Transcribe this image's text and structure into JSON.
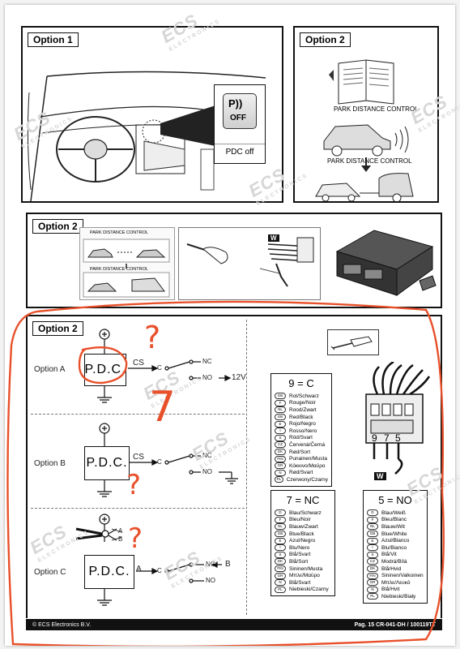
{
  "panels": {
    "top_left": {
      "option_label": "Option 1",
      "switch_symbol": "P))",
      "switch_off": "OFF",
      "caption": "PDC off"
    },
    "top_right": {
      "option_label": "Option 2",
      "title_1": "PARK DISTANCE CONTROL",
      "title_2": "PARK DISTANCE CONTROL"
    },
    "middle": {
      "option_label": "Option 2",
      "title_1": "PARK DISTANCE CONTROL",
      "title_2": "PARK DISTANCE CONTROL",
      "w_badge": "W"
    },
    "bottom": {
      "option_label": "Option 2",
      "option_a": {
        "label": "Option A",
        "box": "P.D.C.",
        "cs": "CS",
        "c": "C",
        "nc": "NC",
        "no": "NO",
        "voltage": "12V"
      },
      "option_b": {
        "label": "Option B",
        "box": "P.D.C.",
        "cs": "CS",
        "c": "C",
        "nc": "NC",
        "no": "NO"
      },
      "option_c": {
        "label": "Option C",
        "box": "P.D.C.",
        "a_left": "A",
        "a_right": "A",
        "b_top": "B",
        "b_right": "B",
        "c": "C",
        "nc": "NC",
        "no": "NO"
      },
      "connector": {
        "pin_9": "9",
        "pin_7": "7",
        "pin_5": "5",
        "w_badge": "W"
      },
      "table_9c": {
        "title": "9 = C",
        "rows": [
          {
            "flag": "GB",
            "text": "Rot/Schwarz"
          },
          {
            "flag": "F",
            "text": "Rouge/Noir"
          },
          {
            "flag": "NL",
            "text": "Rood/Zwart"
          },
          {
            "flag": "GB",
            "text": "Red/Black"
          },
          {
            "flag": "E",
            "text": "Rojo/Negro"
          },
          {
            "flag": "I",
            "text": "Rosso/Nero"
          },
          {
            "flag": "S",
            "text": "Röd/Svart"
          },
          {
            "flag": "CZ",
            "text": "Červená/Černá"
          },
          {
            "flag": "DK",
            "text": "Rød/Sort"
          },
          {
            "flag": "FIN",
            "text": "Punainen/Musta"
          },
          {
            "flag": "GR",
            "text": "Κόκκινο/Μαύρο"
          },
          {
            "flag": "N",
            "text": "Rød/Svart"
          },
          {
            "flag": "PL",
            "text": "Czerwony/Czarny"
          }
        ]
      },
      "table_7nc": {
        "title": "7 = NC",
        "rows": [
          {
            "flag": "D",
            "text": "Blau/Schwarz"
          },
          {
            "flag": "F",
            "text": "Bleu/Noir"
          },
          {
            "flag": "NL",
            "text": "Blauw/Zwart"
          },
          {
            "flag": "GB",
            "text": "Blue/Black"
          },
          {
            "flag": "E",
            "text": "Azul/Negro"
          },
          {
            "flag": "I",
            "text": "Blu/Nero"
          },
          {
            "flag": "S",
            "text": "Blå/Svart"
          },
          {
            "flag": "DK",
            "text": "Blå/Sort"
          },
          {
            "flag": "FIN",
            "text": "Sininen/Musta"
          },
          {
            "flag": "GR",
            "text": "Μπλε/Μαύρο"
          },
          {
            "flag": "N",
            "text": "Blå/Svart"
          },
          {
            "flag": "PL",
            "text": "Niebieski/Czarny"
          }
        ]
      },
      "table_5no": {
        "title": "5 = NO",
        "rows": [
          {
            "flag": "D",
            "text": "Blau/Weiß"
          },
          {
            "flag": "F",
            "text": "Bleu/Blanc"
          },
          {
            "flag": "NL",
            "text": "Blauw/Wit"
          },
          {
            "flag": "GB",
            "text": "Blue/White"
          },
          {
            "flag": "E",
            "text": "Azul/Blanco"
          },
          {
            "flag": "I",
            "text": "Blu/Bianco"
          },
          {
            "flag": "S",
            "text": "Blå/Vit"
          },
          {
            "flag": "CZ",
            "text": "Modrá/Bílá"
          },
          {
            "flag": "DK",
            "text": "Blå/Hvid"
          },
          {
            "flag": "FIN",
            "text": "Sininen/Valkoinen"
          },
          {
            "flag": "GR",
            "text": "Μπλε/Λευκό"
          },
          {
            "flag": "N",
            "text": "Blå/Hvit"
          },
          {
            "flag": "PL",
            "text": "Niebieski/Biały"
          }
        ]
      }
    }
  },
  "annotations": {
    "q1": "?",
    "seven": "7",
    "q2": "?",
    "q3": "?",
    "ink_color": "#e8502a"
  },
  "footer": {
    "left": "© ECS Electronics B.V.",
    "right": "Pag. 15  CR-041-DH  /  100119TT"
  },
  "watermark": {
    "text": "ECS",
    "sub": "ELECTRONICS"
  }
}
